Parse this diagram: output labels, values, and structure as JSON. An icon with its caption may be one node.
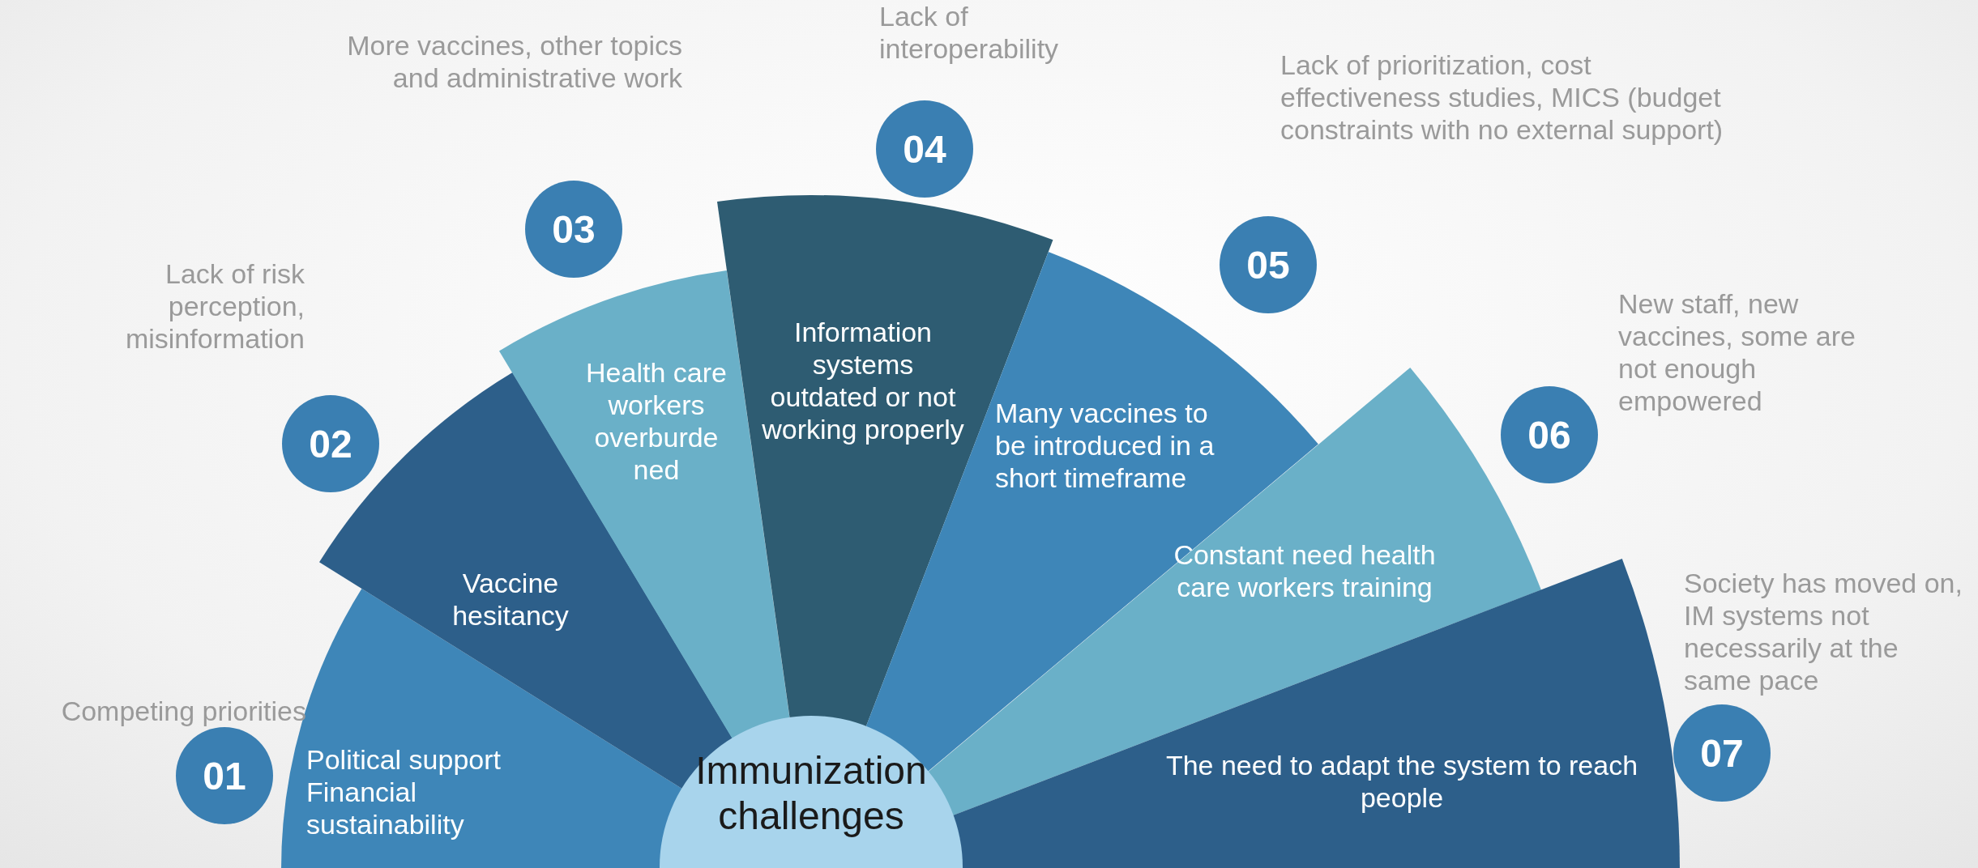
{
  "diagram": {
    "nodes": [
      {
        "text": [
          "Immunization challenges"
        ]
      },
      {
        "text": [
          "Political support Financial sustainability"
        ]
      },
      {
        "text": [
          "Vaccine hesitancy"
        ]
      },
      {
        "text": [
          "Health care workers overburde ned"
        ]
      },
      {
        "text": [
          "Information systems outdated or not working properly"
        ]
      },
      {
        "text": [
          "Many vaccines to be introduced in a short timeframe"
        ]
      },
      {
        "text": [
          "Constant need health care workers training"
        ]
      },
      {
        "text": [
          "The need to adapt the system to reach people"
        ]
      },
      {
        "text": [
          "01"
        ],
        "beside": [
          "Competing priorities"
        ]
      },
      {
        "text": [
          "02"
        ],
        "beside": [
          "Lack of risk perception, misinformation"
        ]
      },
      {
        "text": [
          "03"
        ],
        "beside": [
          "More vaccines, other topics and administrative work"
        ]
      },
      {
        "text": [
          "04"
        ],
        "beside": [
          "Lack of interoperability"
        ]
      },
      {
        "text": [
          "05"
        ],
        "beside": [
          "Lack of prioritization, cost effectiveness studies, MICS (budget constraints with no external support)"
        ]
      },
      {
        "text": [
          "06"
        ],
        "beside": [
          "New staff, new vaccines, some are not enough empowered"
        ]
      },
      {
        "text": [
          "07"
        ],
        "beside": [
          "Society has moved on, IM systems not necessarily at the same pace"
        ]
      }
    ]
  }
}
